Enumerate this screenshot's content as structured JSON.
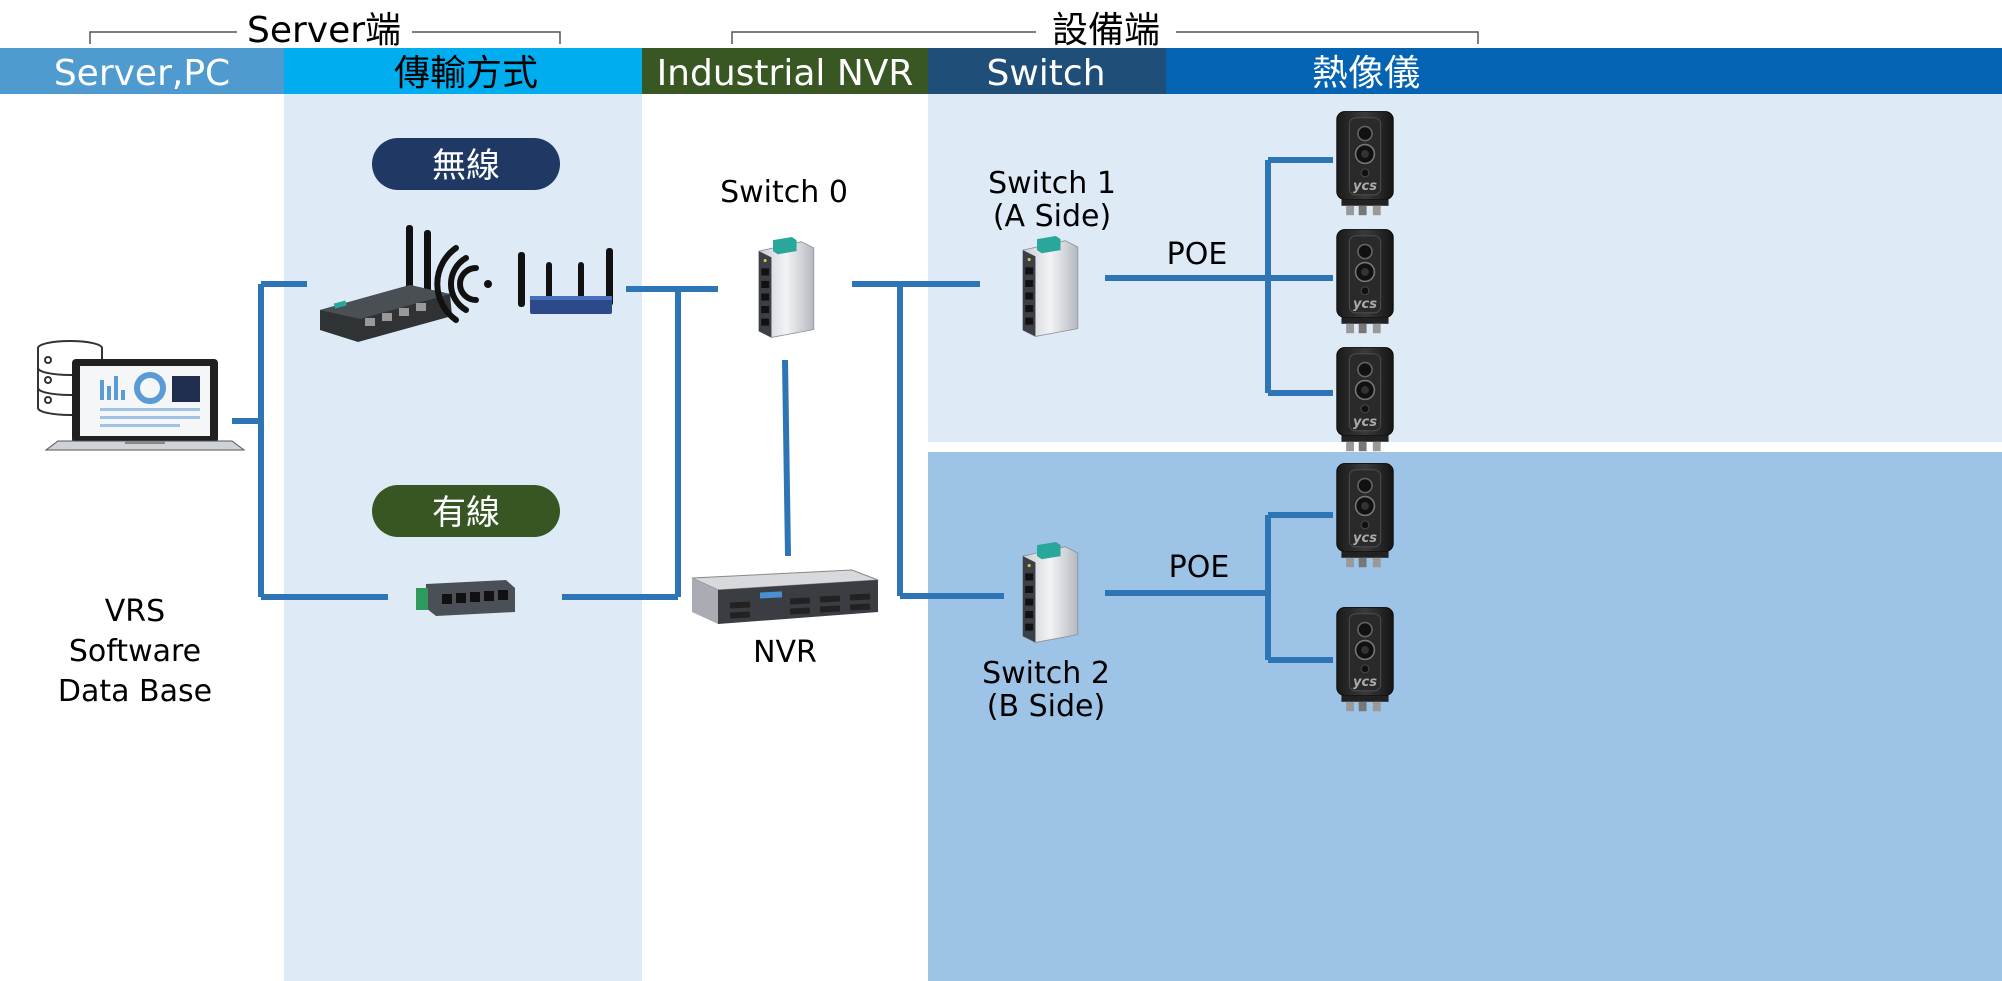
{
  "header": {
    "server_group_label": "Server端",
    "device_group_label": "設備端",
    "columns": [
      {
        "label": "Server,PC",
        "color": "#4f9bd0"
      },
      {
        "label": "傳輸方式",
        "color": "#00aeef"
      },
      {
        "label": "Industrial NVR",
        "color": "#385723"
      },
      {
        "label": "Switch",
        "color": "#1f4e79"
      },
      {
        "label": "熱像儀",
        "color": "#0563b3"
      }
    ]
  },
  "transmission": {
    "wireless_label": "無線",
    "wired_label": "有線",
    "wireless_color": "#1f3864",
    "wired_color": "#375623"
  },
  "server": {
    "label_lines": [
      "VRS",
      "Software",
      "Data Base"
    ]
  },
  "switches": {
    "switch0_label": "Switch 0",
    "switch1_lines": [
      "Switch 1",
      "(A Side)"
    ],
    "switch2_lines": [
      "Switch 2",
      "(B Side)"
    ]
  },
  "nvr": {
    "label": "NVR"
  },
  "poe": {
    "label_a": "POE",
    "label_b": "POE"
  },
  "cameras": {
    "brand_mark": "ycs"
  },
  "colors": {
    "line": "#2e75b6",
    "panel_light": "#deebf7",
    "panel_mid": "#9dc3e6",
    "text": "#000000"
  }
}
